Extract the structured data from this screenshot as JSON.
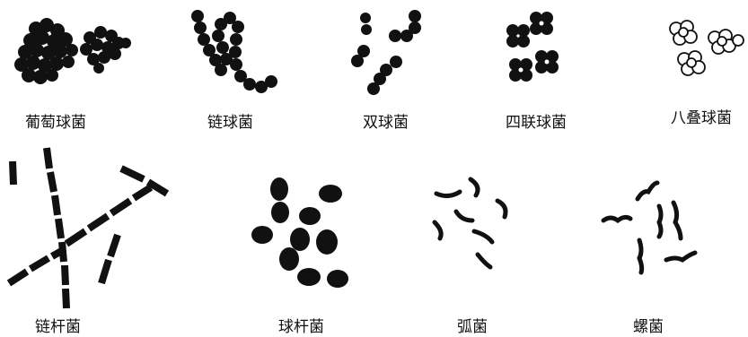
{
  "diagram": {
    "colors": {
      "ink": "#111111",
      "paper": "#ffffff"
    },
    "labels": {
      "staphylococcus": "葡萄球菌",
      "streptococcus": "链球菌",
      "diplococcus": "双球菌",
      "tetrad": "四联球菌",
      "sarcina": "八叠球菌",
      "streptobacillus": "链杆菌",
      "coccobacillus": "球杆菌",
      "vibrio": "弧菌",
      "spirillum": "螺菌"
    }
  }
}
